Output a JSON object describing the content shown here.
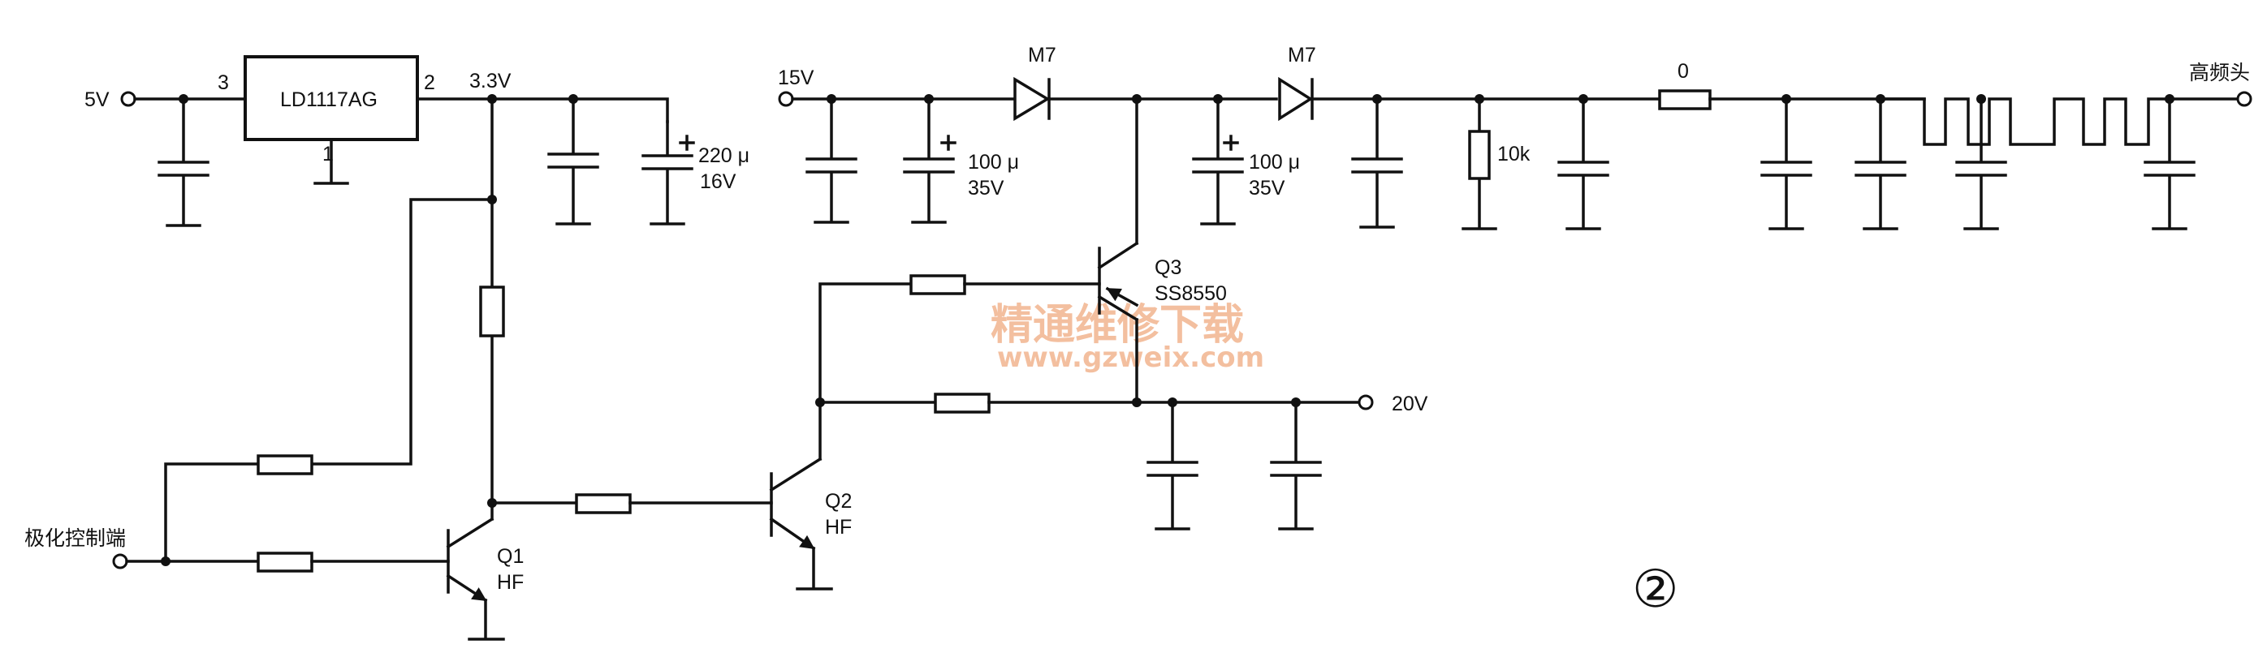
{
  "labels": {
    "in_5v": "5V",
    "regulator": "LD1117AG",
    "pin3": "3",
    "pin2": "2",
    "pin1": "1",
    "v33": "3.3V",
    "c220_val": "220 μ",
    "c220_volt": "16V",
    "in_15v": "15V",
    "c100a_val": "100 μ",
    "c100a_volt": "35V",
    "diode1": "M7",
    "diode2": "M7",
    "c100b_val": "100 μ",
    "c100b_volt": "35V",
    "r10k": "10k",
    "r0": "0",
    "out_hf": "高频头",
    "q3_name": "Q3",
    "q3_type": "SS8550",
    "v20": "20V",
    "q2_name": "Q2",
    "q2_type": "HF",
    "q1_name": "Q1",
    "q1_type": "HF",
    "pol_ctrl": "极化控制端",
    "figure_no": "②",
    "watermark_cn": "精通维修下载",
    "watermark_url": "www.gzweix.com"
  }
}
